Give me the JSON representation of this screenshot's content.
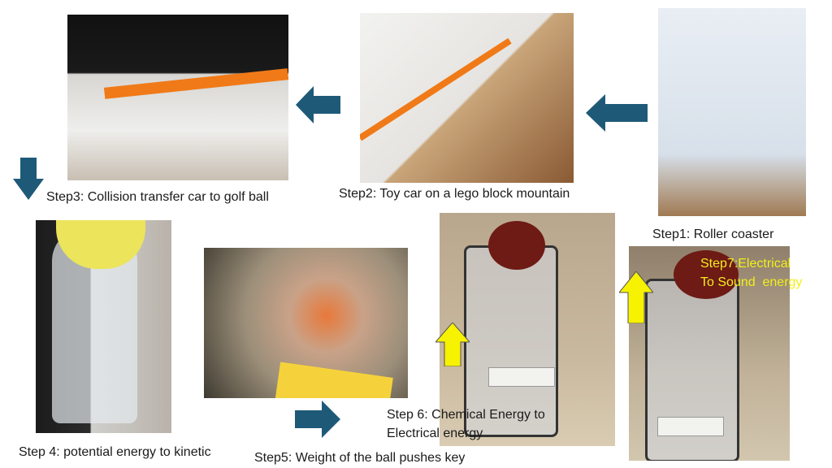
{
  "slide": {
    "steps": [
      {
        "id": "step1",
        "caption": "Step1: Roller coaster"
      },
      {
        "id": "step2",
        "caption": "Step2: Toy car on a lego block mountain"
      },
      {
        "id": "step3",
        "caption": "Step3: Collision transfer car to golf ball"
      },
      {
        "id": "step4",
        "caption": "Step 4: potential energy to kinetic"
      },
      {
        "id": "step5",
        "caption": "Step5: Weight of the ball pushes key"
      },
      {
        "id": "step6",
        "caption_line1": "Step 6: Chemical Energy to",
        "caption_line2": "Electrical energy"
      },
      {
        "id": "step7",
        "caption_line1": "Step7:Electrical",
        "caption_line2": "To Sound  energy"
      }
    ],
    "colors": {
      "arrow_blue": "#1e5a78",
      "arrow_yellow": "#f7f200",
      "step7_text": "#f2ee1c"
    }
  }
}
